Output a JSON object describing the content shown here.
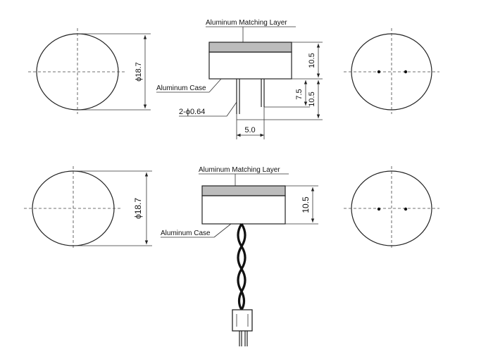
{
  "top_drawing": {
    "matching_layer_label": "Aluminum Matching Layer",
    "case_label": "Aluminum Case",
    "diameter": "ϕ18.7",
    "height": "10.5",
    "pin_offset": "7.5",
    "pin_length": "10.5",
    "pins_note": "2-ϕ0.64",
    "pin_spacing": "5.0"
  },
  "bottom_drawing": {
    "matching_layer_label": "Aluminum Matching Layer",
    "case_label": "Aluminum Case",
    "diameter": "ϕ18.7",
    "height": "10.5"
  }
}
